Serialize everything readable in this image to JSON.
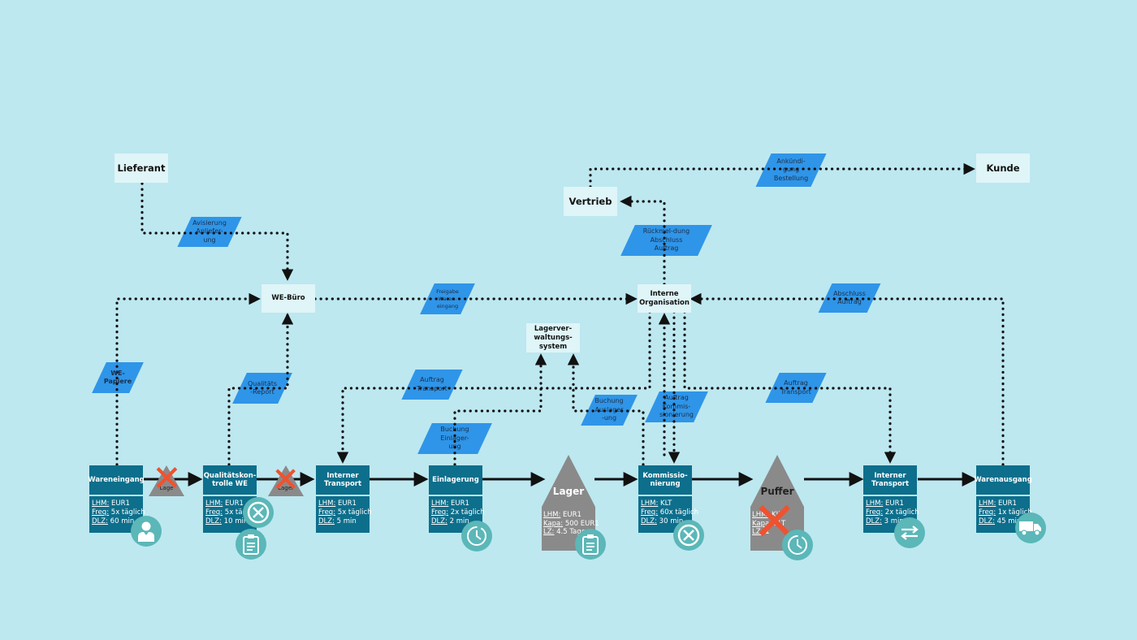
{
  "entities": {
    "lieferant": "Lieferant",
    "kunde": "Kunde",
    "vertrieb": "Vertrieb",
    "we_buero": "WE-Büro",
    "interne_org": "Interne\nOrganisation",
    "lvs": "Lagerver-\nwaltungs-\nsystem"
  },
  "info_flows": {
    "avisierung": "Avisierung\nAnliefer-\nung",
    "ankuendigung": "Ankündi-\ngung\nBestellung",
    "rueckmeldung": "Rückmel-dung\nAbschluss\nAuftrag",
    "freigabe": "Freigabe\nWaren-\neingang",
    "abschluss": "Abschluss\nAuftrag",
    "we_papiere": "WE-\nPapiere",
    "qualitaets_report": "Qualitäts\n-Report",
    "auftrag_transport_1": "Auftrag\nTransport",
    "auftrag_transport_2": "Auftrag\nTransport",
    "buchung_einlagerung": "Buchung\nEinlager-\nung",
    "buchung_auslagerung": "Buchung\nAuslager\n-ung",
    "auftrag_kommissionierung": "Auftrag\nKommis-\nsionierung"
  },
  "processes": [
    {
      "name": "Wareneingang",
      "lhm": "EUR1",
      "freq": "5x täglich",
      "dlz": "60 min",
      "icon": "worker-icon"
    },
    {
      "name": "Qualitätskon-\ntrolle WE",
      "lhm": "EUR1",
      "freq": "5x täglich",
      "dlz": "10 min",
      "icon": "reject-icon"
    },
    {
      "name": "Interner\nTransport",
      "lhm": "EUR1",
      "freq": "5x täglich",
      "dlz": "5 min",
      "icon": ""
    },
    {
      "name": "Einlagerung",
      "lhm": "EUR1",
      "freq": "2x täglich",
      "dlz": "2 min",
      "icon": "clock-icon"
    },
    {
      "name": "Kommissio-\nnierung",
      "lhm": "KLT",
      "freq": "60x täglich",
      "dlz": "30 min",
      "icon": "reject-icon"
    },
    {
      "name": "Interner\nTransport",
      "lhm": "EUR1",
      "freq": "2x täglich",
      "dlz": "3 min",
      "icon": "transfer-icon"
    },
    {
      "name": "Warenausgang",
      "lhm": "EUR1",
      "freq": "1x täglich",
      "dlz": "45 min",
      "icon": "truck-icon"
    }
  ],
  "keys": {
    "lhm": "LHM:",
    "freq": "Freq:",
    "dlz": "DLZ:",
    "kapa": "Kapa:",
    "lz": "LZ:"
  },
  "stores": {
    "lager": {
      "title": "Lager",
      "lhm": "EUR1",
      "kapa": "500 EUR1",
      "lz": "4.5 Tage"
    },
    "puffer": {
      "title": "Puffer",
      "lhm": "KLT",
      "kapa": "KLT",
      "lz": "1"
    }
  },
  "mini_stores": [
    "Lage",
    "Lager"
  ],
  "colors": {
    "background": "#bde8f0",
    "process": "#0d6f8c",
    "info": "#2f95e8",
    "entity": "#dff5f8",
    "store": "#8a8a8a",
    "waste_mark": "#f0522f",
    "icon": "#5bb7b8"
  }
}
